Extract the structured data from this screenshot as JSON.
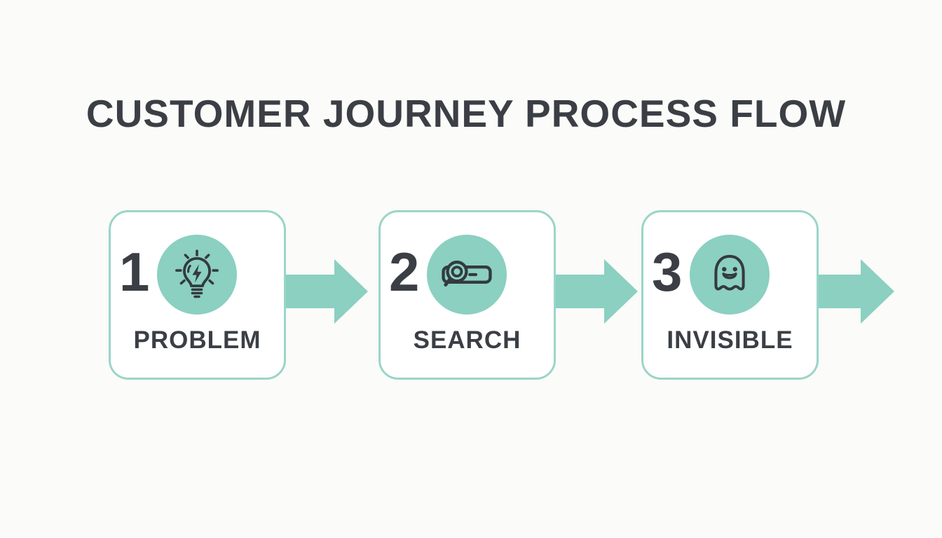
{
  "title": "CUSTOMER JOURNEY PROCESS FLOW",
  "steps": [
    {
      "number": "1",
      "label": "PROBLEM",
      "icon": "lightbulb-idea-icon"
    },
    {
      "number": "2",
      "label": "SEARCH",
      "icon": "search-bar-icon"
    },
    {
      "number": "3",
      "label": "INVISIBLE",
      "icon": "ghost-icon"
    }
  ],
  "connectors": [
    {
      "icon": "arrow-right-icon"
    },
    {
      "icon": "arrow-right-icon"
    },
    {
      "icon": "arrow-right-icon"
    }
  ],
  "colors": {
    "teal_fill": "#8bd0c1",
    "teal_border": "#9ad5c8",
    "text_dark": "#3b3f45",
    "background": "#fbfbf9",
    "card_background": "#ffffff"
  }
}
